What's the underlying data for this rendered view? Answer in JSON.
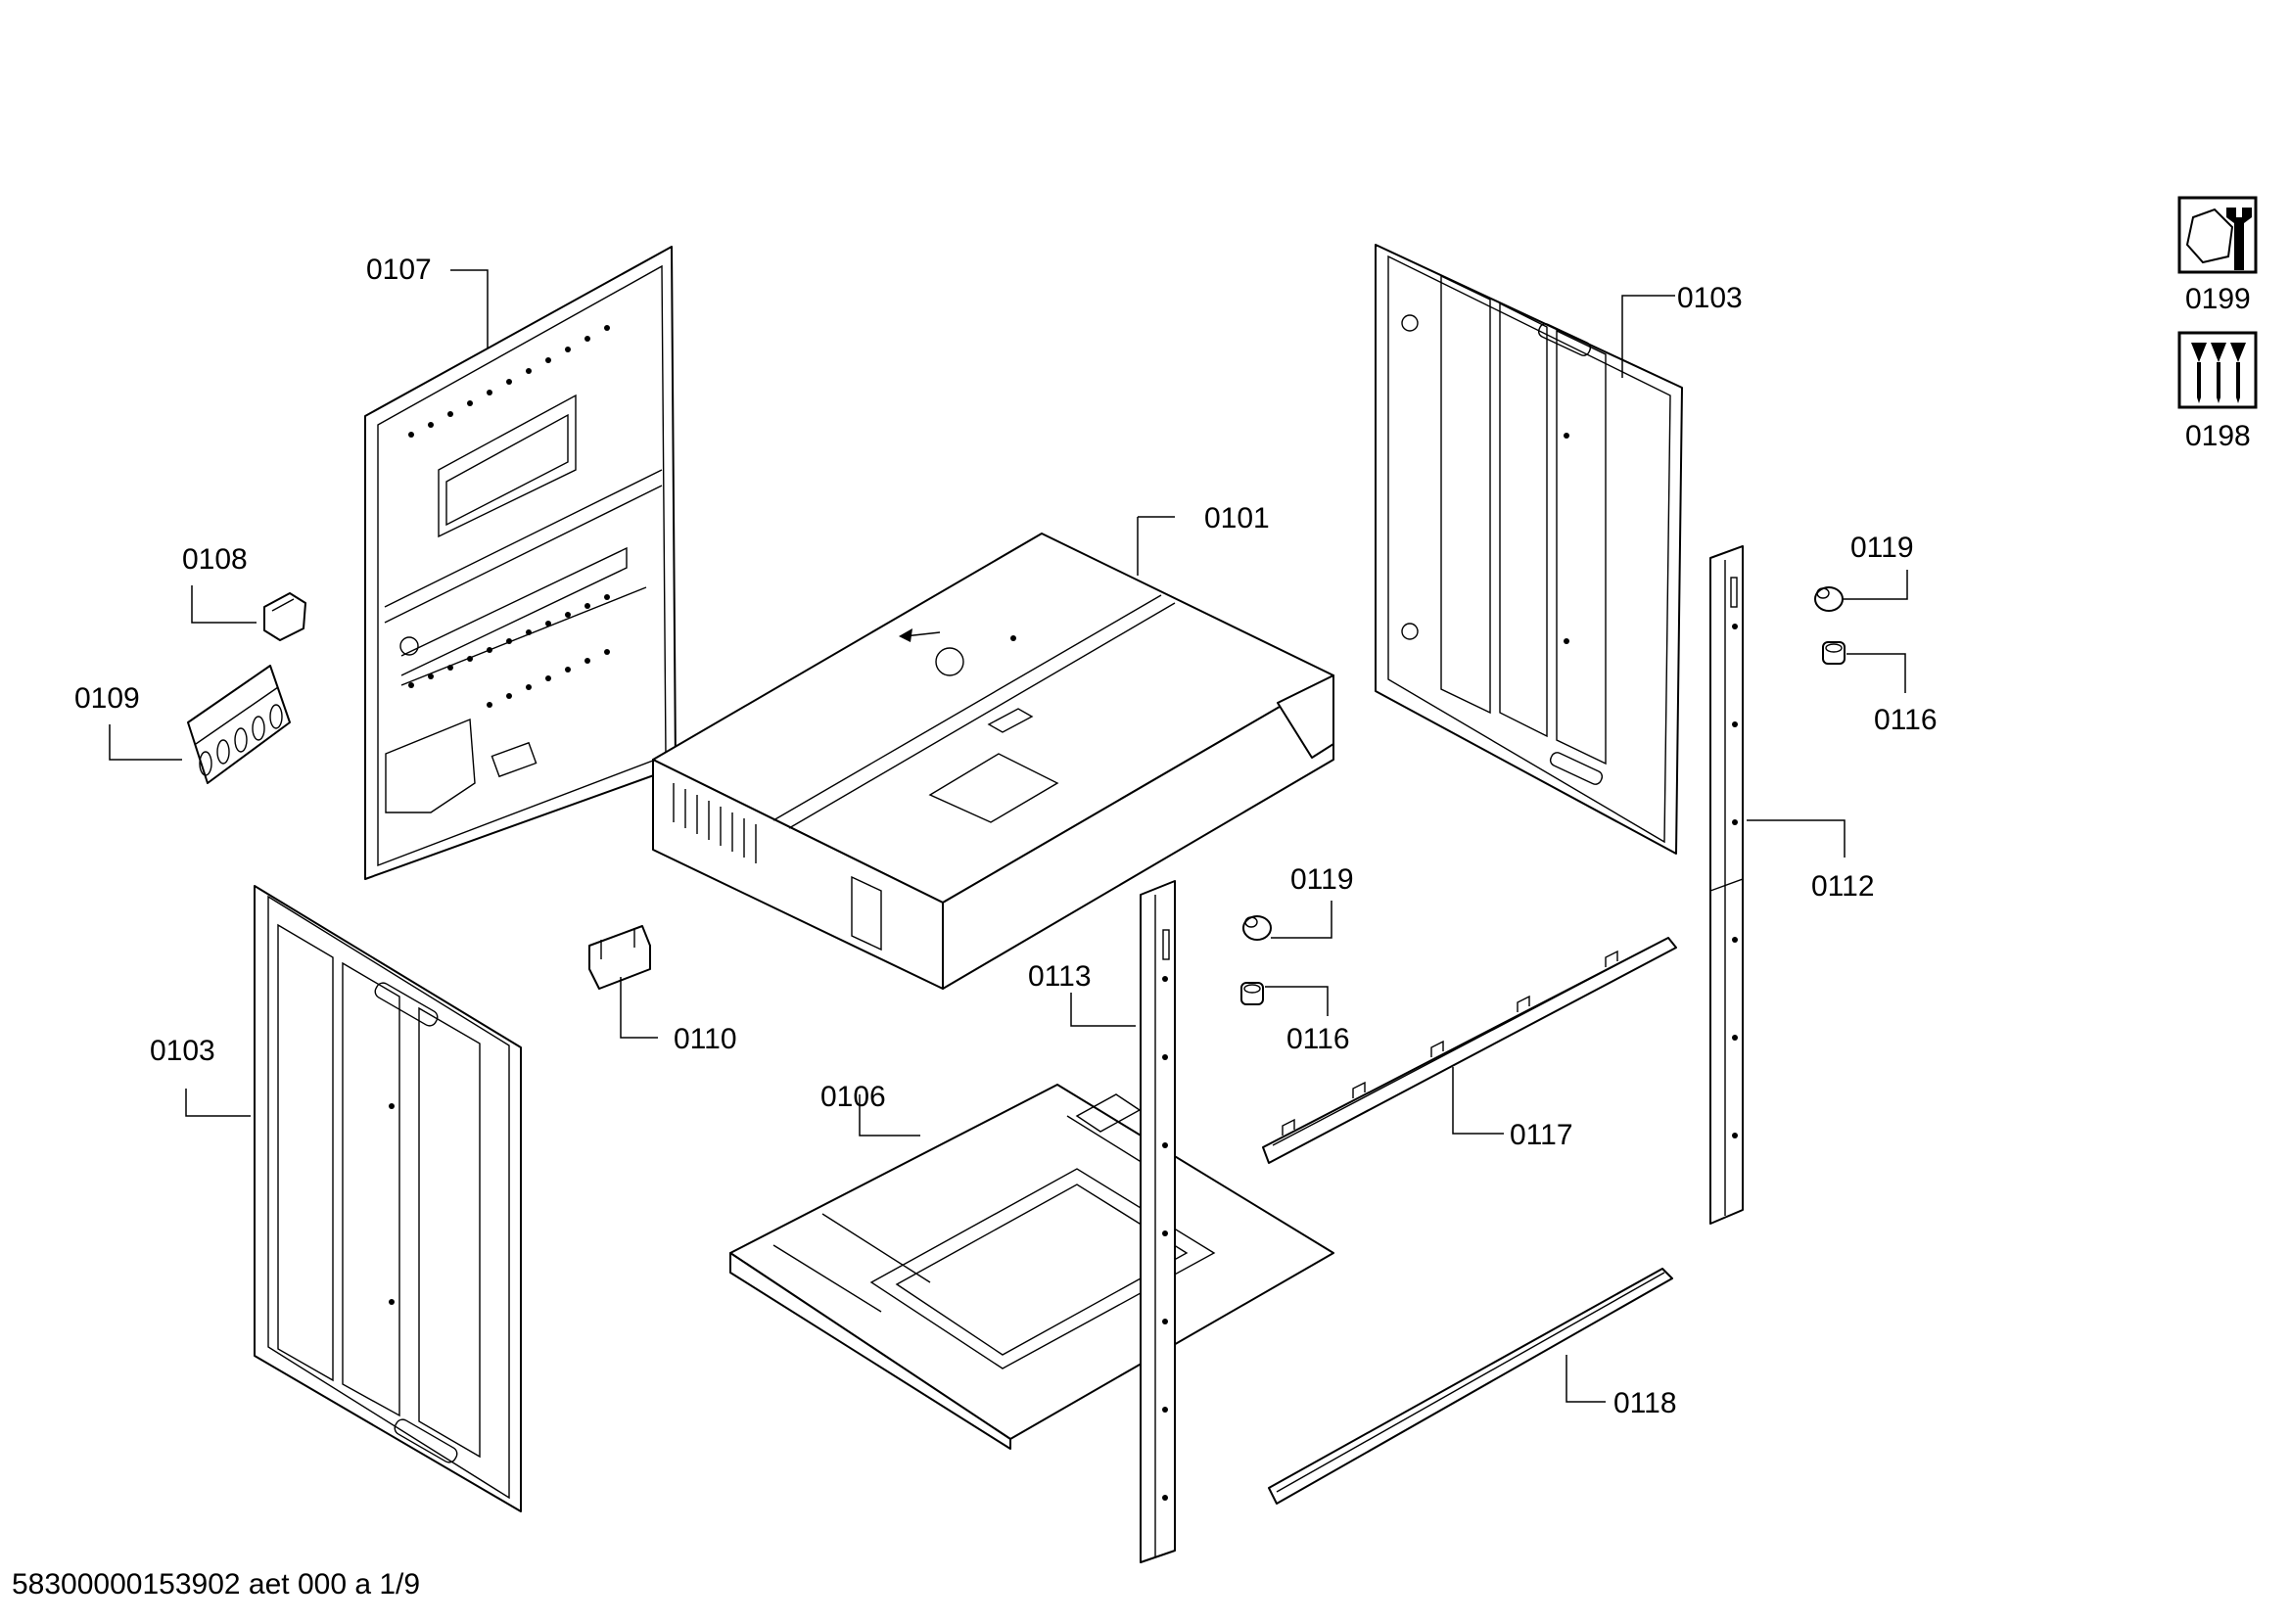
{
  "document": {
    "footer_code": "58300000153902 aet 000 a 1/9"
  },
  "legend": [
    {
      "label": "0199",
      "icon": "hex-nut-wrench-icon"
    },
    {
      "label": "0198",
      "icon": "screws-icon"
    }
  ],
  "parts": {
    "p0107": "0107",
    "p0103_right": "0103",
    "p0101": "0101",
    "p0108": "0108",
    "p0109": "0109",
    "p0119_right": "0119",
    "p0116_right": "0116",
    "p0112": "0112",
    "p0119_mid": "0119",
    "p0116_mid": "0116",
    "p0113": "0113",
    "p0103_left": "0103",
    "p0110": "0110",
    "p0106": "0106",
    "p0117": "0117",
    "p0118": "0118"
  }
}
